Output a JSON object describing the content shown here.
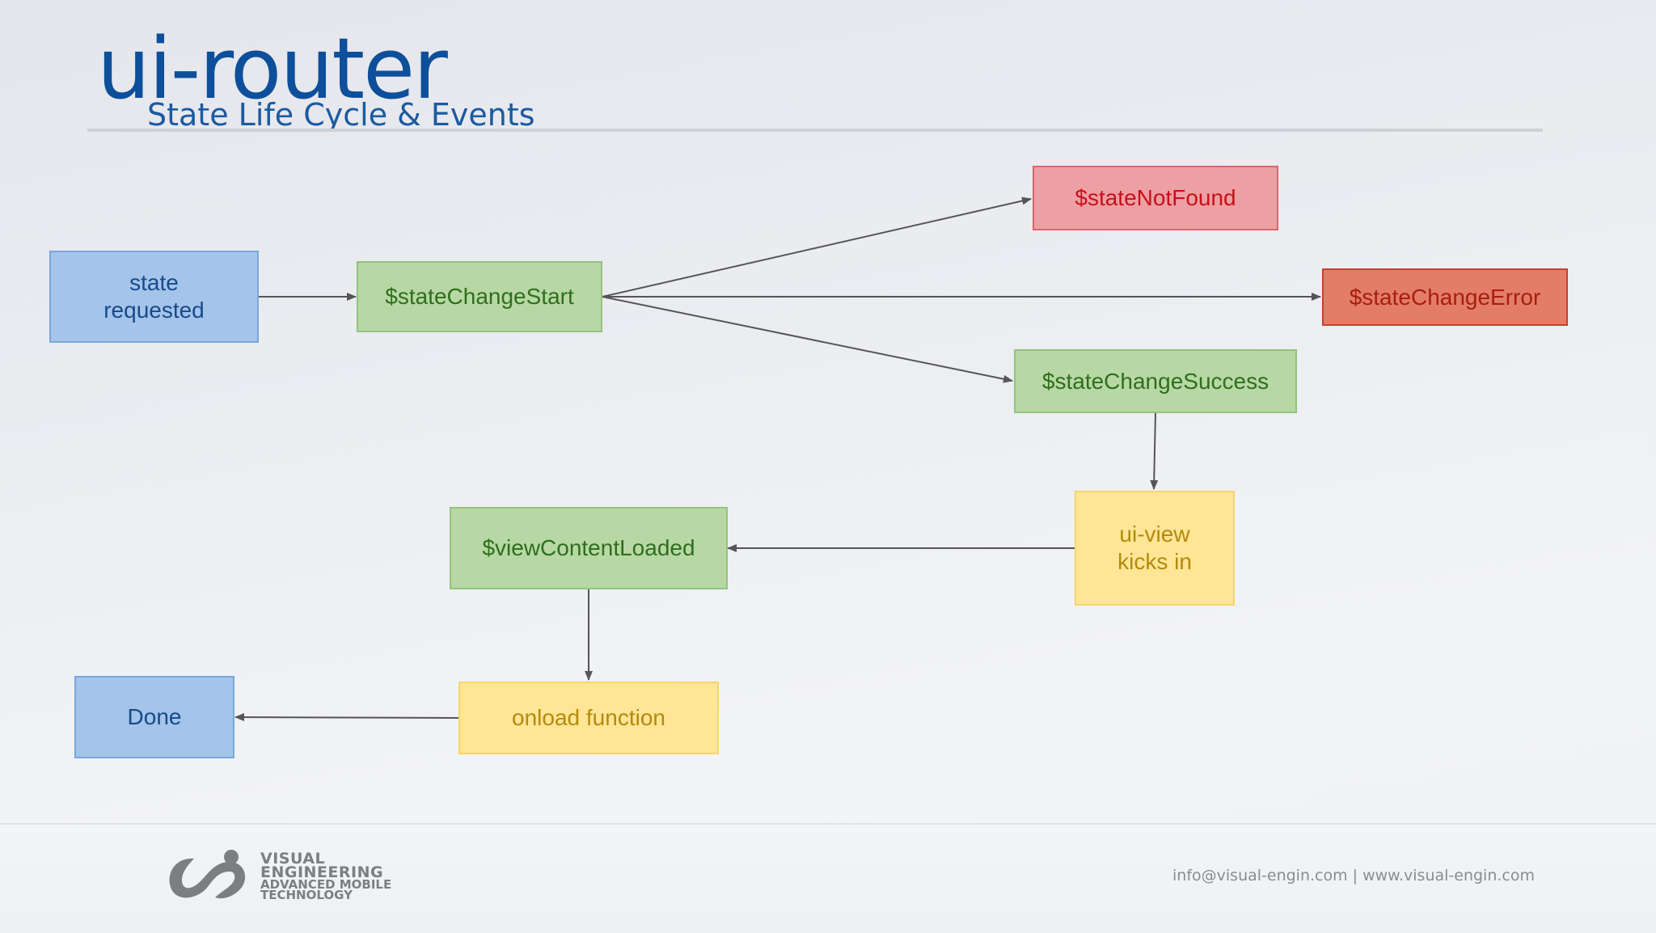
{
  "header": {
    "title": "ui-router",
    "subtitle": "State Life Cycle & Events"
  },
  "nodes": {
    "state_requested": {
      "line1": "state",
      "line2": "requested"
    },
    "state_change_start": "$stateChangeStart",
    "state_not_found": "$stateNotFound",
    "state_change_error": "$stateChangeError",
    "state_change_success": "$stateChangeSuccess",
    "ui_view": {
      "line1": "ui-view",
      "line2": "kicks in"
    },
    "view_content_loaded": "$viewContentLoaded",
    "onload_function": "onload function",
    "done": "Done"
  },
  "footer": {
    "logo": {
      "line1": "VISUAL",
      "line2": "ENGINEERING",
      "line3": "ADVANCED MOBILE",
      "line4": "TECHNOLOGY"
    },
    "contact": "info@visual-engin.com | www.visual-engin.com"
  },
  "colors": {
    "title": "#0d4f9a",
    "blue_fill": "#a4c4ea",
    "green_fill": "#b7d8a5",
    "yellow_fill": "#ffe596",
    "pink_fill": "#eda0a4",
    "red_fill": "#e37d68",
    "arrow": "#555555"
  }
}
